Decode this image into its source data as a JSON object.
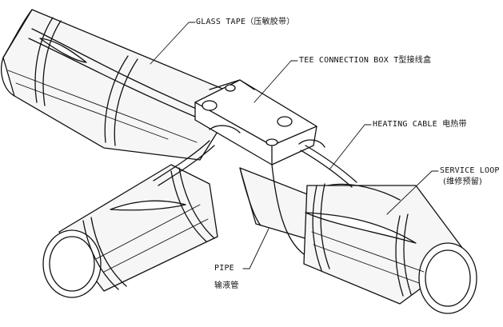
{
  "labels": {
    "glass_tape": "GLASS TAPE（压敏胶带）",
    "tee_box": "TEE CONNECTION BOX T型接线盒",
    "heating_cable": "HEATING CABLE 电热带",
    "service_loop_en": "SERVICE LOOP",
    "service_loop_zh": "(维修预留)",
    "pipe_en": "PIPE",
    "pipe_zh": "输液管"
  },
  "colors": {
    "ink": "#111111",
    "pipe_fill": "#f6f6f6",
    "cable_fill": "#ffffff"
  }
}
